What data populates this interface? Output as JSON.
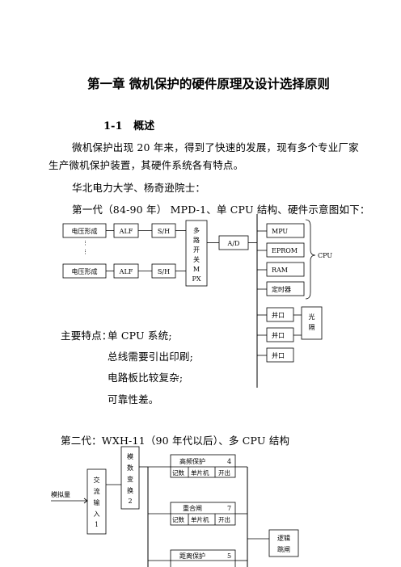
{
  "chapter_title": "第一章   微机保护的硬件原理及设计选择原则",
  "section": {
    "number": "1-1",
    "title": "概述"
  },
  "paragraphs": {
    "intro_line1": "微机保护出现 20 年来，得到了快速的发展，现有多个专业厂家",
    "intro_line2": "生产微机保护装置，其硬件系统各有特点。",
    "university": "华北电力大学、杨奇逊院士：",
    "gen1": "第一代（84-90 年）    MPD-1、单 CPU 结构、硬件示意图如下：",
    "gen2": "第二代：WXH-11（90 年代以后）、多 CPU 结构"
  },
  "features": {
    "label": "主要特点：",
    "items": [
      "单 CPU 系统;",
      "总线需要引出印刷;",
      "电路板比较复杂;",
      "可靠性差。"
    ]
  },
  "diagram1": {
    "voltage_forming": "电压形成",
    "alf": "ALF",
    "sh": "S/H",
    "mux_chars": [
      "多",
      "路",
      "开",
      "关",
      "M",
      "PX"
    ],
    "ad": "A/D",
    "mpu": "MPU",
    "eprom": "EPROM",
    "ram": "RAM",
    "timer": "定时器",
    "port": "并口",
    "optical": [
      "光",
      "隔"
    ],
    "cpu": "CPU"
  },
  "diagram2": {
    "analog": "模拟量",
    "ac_input": [
      "交",
      "流",
      "输",
      "入",
      "1"
    ],
    "adc": [
      "模",
      "数",
      "变",
      "换",
      "2"
    ],
    "hf_protection": "高频保护",
    "hf_num": "4",
    "reclose": "重合闸",
    "reclose_num": "7",
    "distance": "距离保护",
    "distance_num": "5",
    "record": "记数",
    "mcu": "单片机",
    "output": "开出",
    "logic": [
      "逻辑",
      "跳闸"
    ]
  }
}
